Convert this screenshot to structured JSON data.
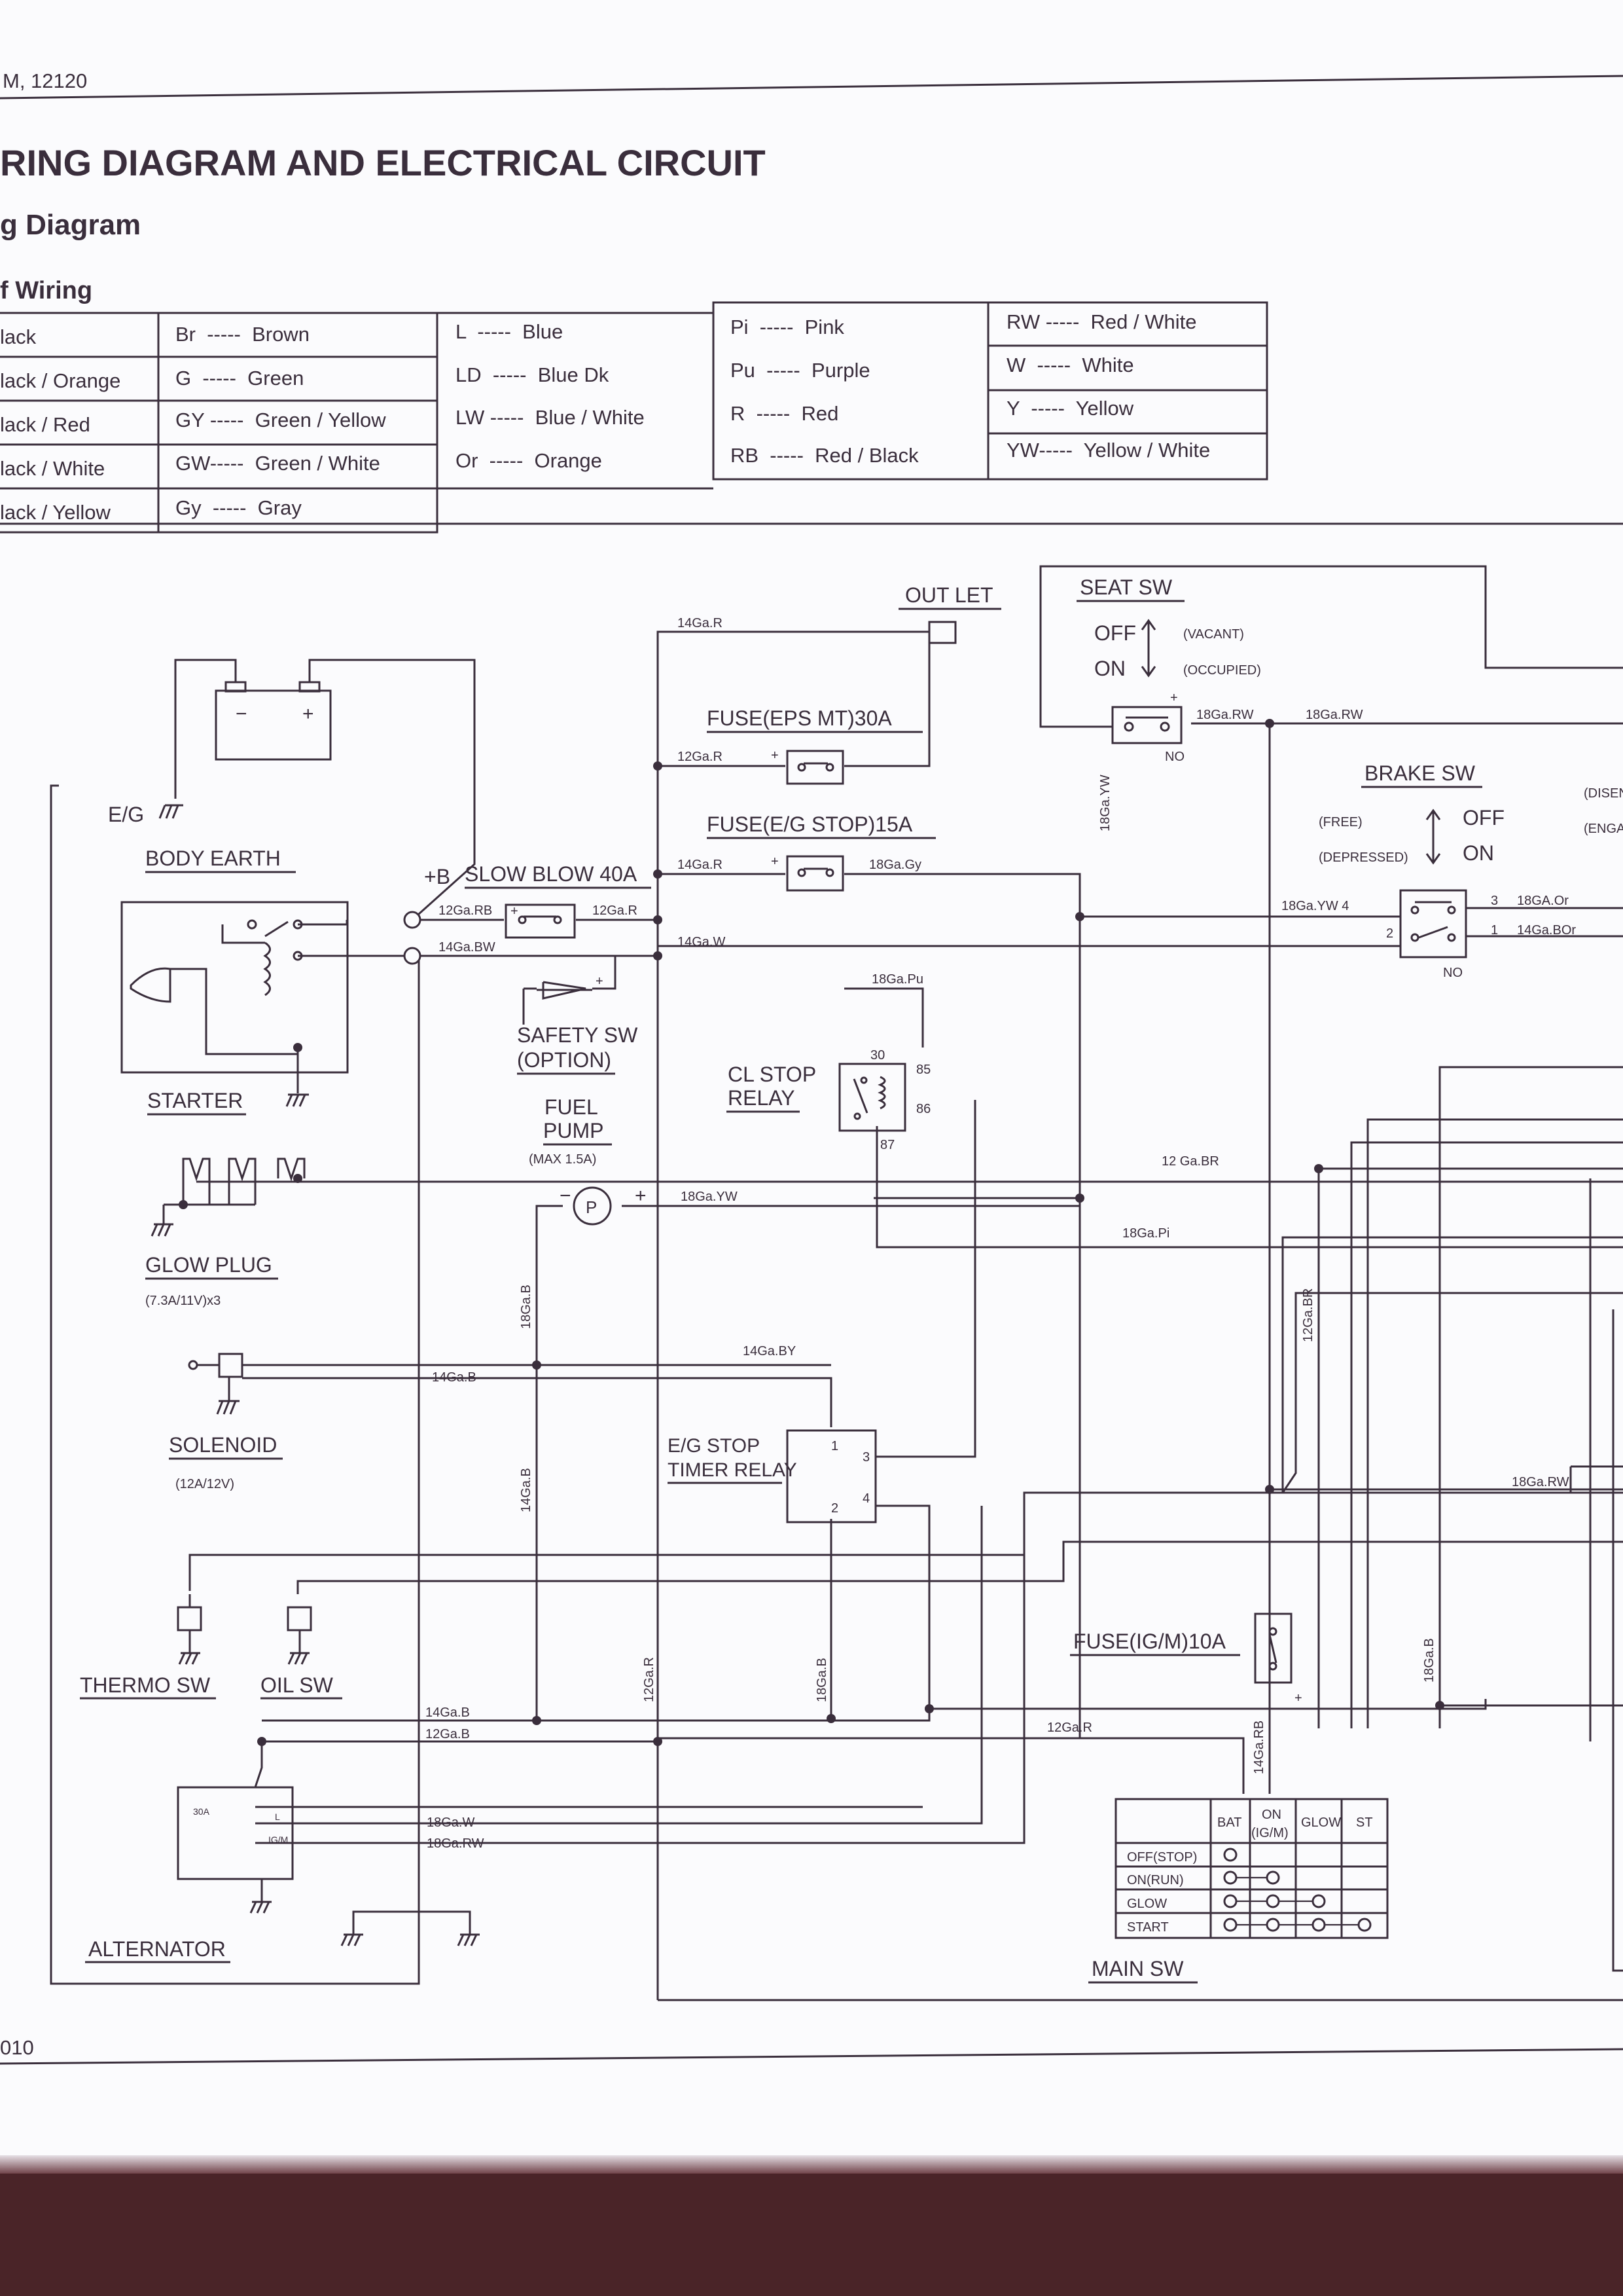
{
  "header": {
    "model_code": "M, 12120",
    "title": "RING DIAGRAM AND ELECTRICAL CIRCUIT",
    "subtitle": "g Diagram",
    "section": "f Wiring"
  },
  "footer": {
    "page_number": "010"
  },
  "legend": {
    "col1": [
      "lack",
      "lack / Orange",
      "lack / Red",
      "lack / White",
      "lack / Yellow"
    ],
    "col2": [
      "Br  -----  Brown",
      "G  -----  Green",
      "GY -----  Green / Yellow",
      "GW-----  Green / White",
      "Gy  -----  Gray"
    ],
    "col3": [
      "L  -----  Blue",
      "LD  -----  Blue Dk",
      "LW -----  Blue / White",
      "Or  -----  Orange"
    ],
    "col4": [
      "Pi  -----  Pink",
      "Pu  -----  Purple",
      "R  -----  Red",
      "RB  -----  Red / Black"
    ],
    "col5": [
      "RW -----  Red / White",
      "W  -----  White",
      "Y  -----  Yellow",
      "YW-----  Yellow / White"
    ]
  },
  "components": {
    "outlet": "OUT LET",
    "seat_sw": "SEAT SW",
    "seat_off": "OFF",
    "seat_on": "ON",
    "seat_vacant": "(VACANT)",
    "seat_occupied": "(OCCUPIED)",
    "seat_no": "NO",
    "fuse_eps": "FUSE(EPS MT)30A",
    "fuse_eg": "FUSE(E/G STOP)15A",
    "slow_blow": "SLOW BLOW 40A",
    "plus_b": "+B",
    "eg": "E/G",
    "body_earth": "BODY EARTH",
    "brake_sw": "BRAKE SW",
    "brake_free": "(FREE)",
    "brake_depressed": "(DEPRESSED)",
    "brake_off": "OFF",
    "brake_on": "ON",
    "brake_no": "NO",
    "brake_disen": "(DISEN",
    "brake_enga": "(ENGA",
    "starter": "STARTER",
    "safety_sw_1": "SAFETY SW",
    "safety_sw_2": "(OPTION)",
    "fuel_pump_1": "FUEL",
    "fuel_pump_2": "PUMP",
    "fuel_pump_max": "(MAX 1.5A)",
    "cl_stop_1": "CL STOP",
    "cl_stop_2": "RELAY",
    "glow_plug": "GLOW PLUG",
    "glow_plug_spec": "(7.3A/11V)x3",
    "solenoid": "SOLENOID",
    "solenoid_spec": "(12A/12V)",
    "eg_timer_1": "E/G STOP",
    "eg_timer_2": "TIMER RELAY",
    "thermo_sw": "THERMO SW",
    "oil_sw": "OIL SW",
    "alternator": "ALTERNATOR",
    "alt_30a": "30A",
    "alt_l": "L",
    "alt_igm": "IG/M",
    "fuse_igm": "FUSE(IG/M)10A",
    "main_sw": "MAIN SW",
    "pump_p": "P"
  },
  "relay_pins": {
    "cl": [
      "30",
      "85",
      "86",
      "87"
    ],
    "timer": [
      "1",
      "3",
      "2",
      "4"
    ],
    "brake": [
      "3",
      "2",
      "1"
    ]
  },
  "wire_labels": {
    "w14GaR_top": "14Ga.R",
    "w12GaR_eps": "12Ga.R",
    "w14GaR_eg": "14Ga.R",
    "w18GaGy": "18Ga.Gy",
    "w12GaRB": "12Ga.RB",
    "w12GaR_sb": "12Ga.R",
    "w14GaBW": "14Ga.BW",
    "w14GaW": "14Ga.W",
    "w18GaPu": "18Ga.Pu",
    "w18GaRW_a": "18Ga.RW",
    "w18GaRW_b": "18Ga.RW",
    "w18GaYW_v": "18Ga.YW",
    "w18GaYW4": "18Ga.YW 4",
    "w18GaOr": "18GA.Or",
    "w14GaBOr": "14Ga.BOr",
    "w12GaBR_h": "12 Ga.BR",
    "w18GaPi": "18Ga.Pi",
    "w12GaBR_v": "12Ga.BR",
    "w18GaYW_h": "18Ga.YW",
    "w14GaBY": "14Ga.BY",
    "w14GaB_sol": "14Ga.B",
    "w18GaB_v": "18Ga.B",
    "w14GaB_v": "14Ga.B",
    "w12GaR_v": "12Ga.R",
    "w18GaB_v2": "18Ga.B",
    "w14GaB_alt": "14Ga.B",
    "w12GaB_alt": "12Ga.B",
    "w18GaW": "18Ga.W",
    "w18GaRW_alt": "18Ga.RW",
    "w12GaR_bottom": "12Ga.R",
    "w14GaRB": "14Ga.RB",
    "w18GaRW_right": "18Ga.RW",
    "w18GaB_right": "18Ga.B"
  },
  "main_switch_table": {
    "columns": [
      "BAT",
      "ON",
      "(IG/M)",
      "GLOW",
      "ST"
    ],
    "rows": [
      "OFF(STOP)",
      "ON(RUN)",
      "GLOW",
      "START"
    ],
    "connections": [
      [
        1
      ],
      [
        1,
        2
      ],
      [
        1,
        2,
        3
      ],
      [
        1,
        2,
        3,
        4
      ]
    ]
  }
}
